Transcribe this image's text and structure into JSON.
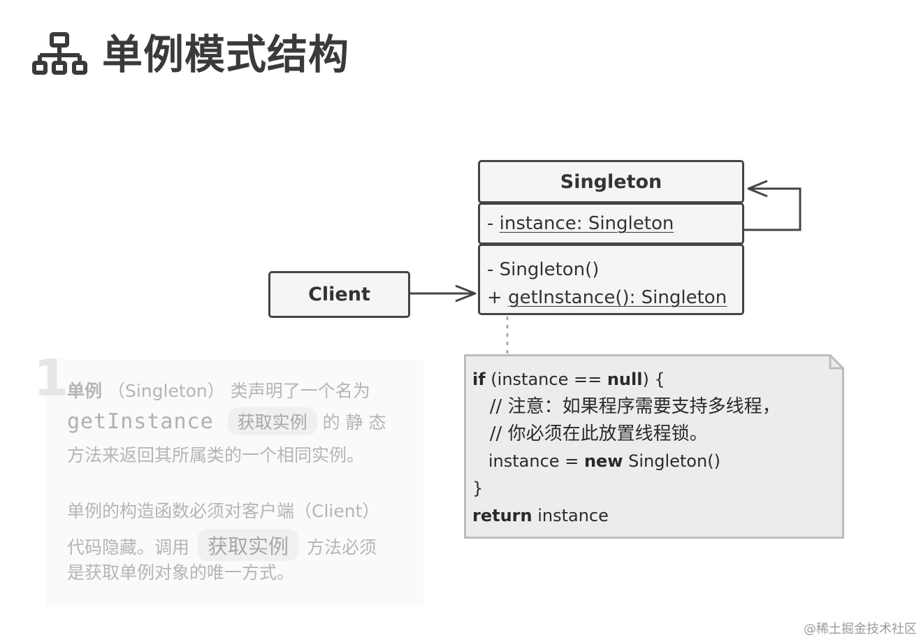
{
  "title": "单例模式结构",
  "icons": {
    "title_icon": "hierarchy-icon"
  },
  "diagram": {
    "singleton_class": {
      "name": "Singleton",
      "field_prefix": "- ",
      "field": "instance: Singleton",
      "constructor": "- Singleton()",
      "method_prefix": "+ ",
      "method": "getInstance(): Singleton"
    },
    "client_class": {
      "name": "Client"
    }
  },
  "code": {
    "line1_kw1": "if",
    "line1_mid": " (instance == ",
    "line1_kw2": "null",
    "line1_end": ") {",
    "line2": "   // 注意：如果程序需要支持多线程，",
    "line3": "   // 你必须在此放置线程锁。",
    "line4_start": "   instance = ",
    "line4_kw": "new",
    "line4_end": " Singleton()",
    "line5": "}",
    "line6_kw": "return",
    "line6_end": " instance"
  },
  "description": {
    "step": "1",
    "p1_bold": "单例",
    "p1_a": "（Singleton） 类声明了一个名为",
    "p1_code": "getInstance",
    "p1_pill": "获取实例",
    "p1_b": " 的 静 态",
    "p1_c": "方法来返回其所属类的一个相同实例。",
    "p2_a": "单例的构造函数必须对客户端（Client）",
    "p2_b": "代码隐藏。调用",
    "p2_pill": "获取实例",
    "p2_c": "方法必须",
    "p2_d": "是获取单例对象的唯一方式。"
  },
  "watermark": "@稀土掘金技术社区"
}
